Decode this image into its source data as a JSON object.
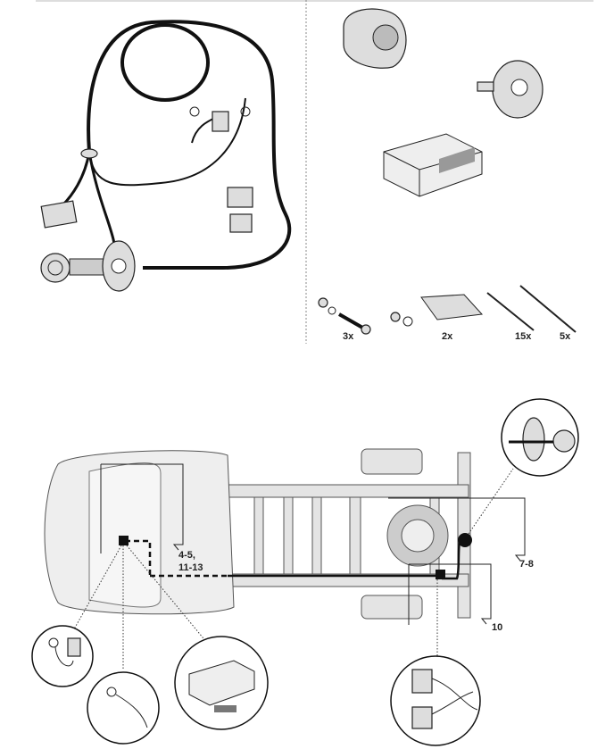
{
  "parts_panel": {
    "quantities": {
      "bolt_set": "3x",
      "adhesive_pad": "2x",
      "cable_tie_short": "15x",
      "cable_tie_long": "5x"
    }
  },
  "installation_diagram": {
    "callouts": {
      "module_steps_line1": "4-5,",
      "module_steps_line2": "11-13",
      "socket_steps": "7-8",
      "connector_steps": "10"
    }
  },
  "colors": {
    "line": "#222222",
    "frame": "#e4e4e4",
    "dashed_cable": "#111111"
  }
}
